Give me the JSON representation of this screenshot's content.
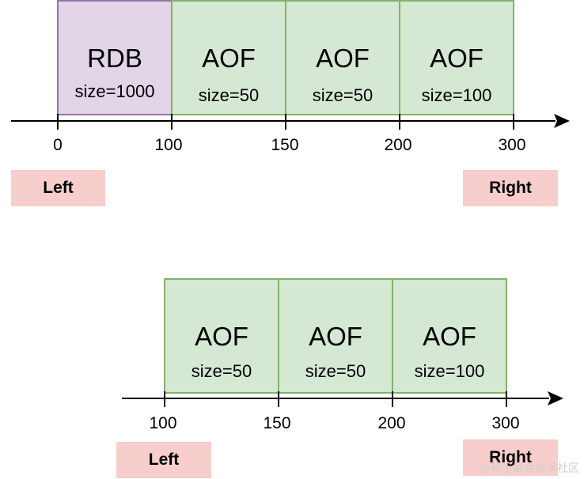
{
  "diagram1": {
    "blocks": [
      {
        "kind": "rdb",
        "title": "RDB",
        "size": "size=1000"
      },
      {
        "kind": "aof",
        "title": "AOF",
        "size": "size=50"
      },
      {
        "kind": "aof",
        "title": "AOF",
        "size": "size=50"
      },
      {
        "kind": "aof",
        "title": "AOF",
        "size": "size=100"
      }
    ],
    "ticks": [
      "0",
      "100",
      "150",
      "200",
      "300"
    ],
    "left_label": "Left",
    "right_label": "Right"
  },
  "diagram2": {
    "blocks": [
      {
        "kind": "aof",
        "title": "AOF",
        "size": "size=50"
      },
      {
        "kind": "aof",
        "title": "AOF",
        "size": "size=50"
      },
      {
        "kind": "aof",
        "title": "AOF",
        "size": "size=100"
      }
    ],
    "ticks": [
      "100",
      "150",
      "200",
      "300"
    ],
    "left_label": "Left",
    "right_label": "Right"
  },
  "colors": {
    "rdb_fill": "#e1d5e7",
    "rdb_border": "#9673a6",
    "aof_fill": "#d5e8d4",
    "aof_border": "#82b366",
    "pointer_fill": "#f8cecc"
  },
  "watermark": "@稀土掘金技术社区"
}
